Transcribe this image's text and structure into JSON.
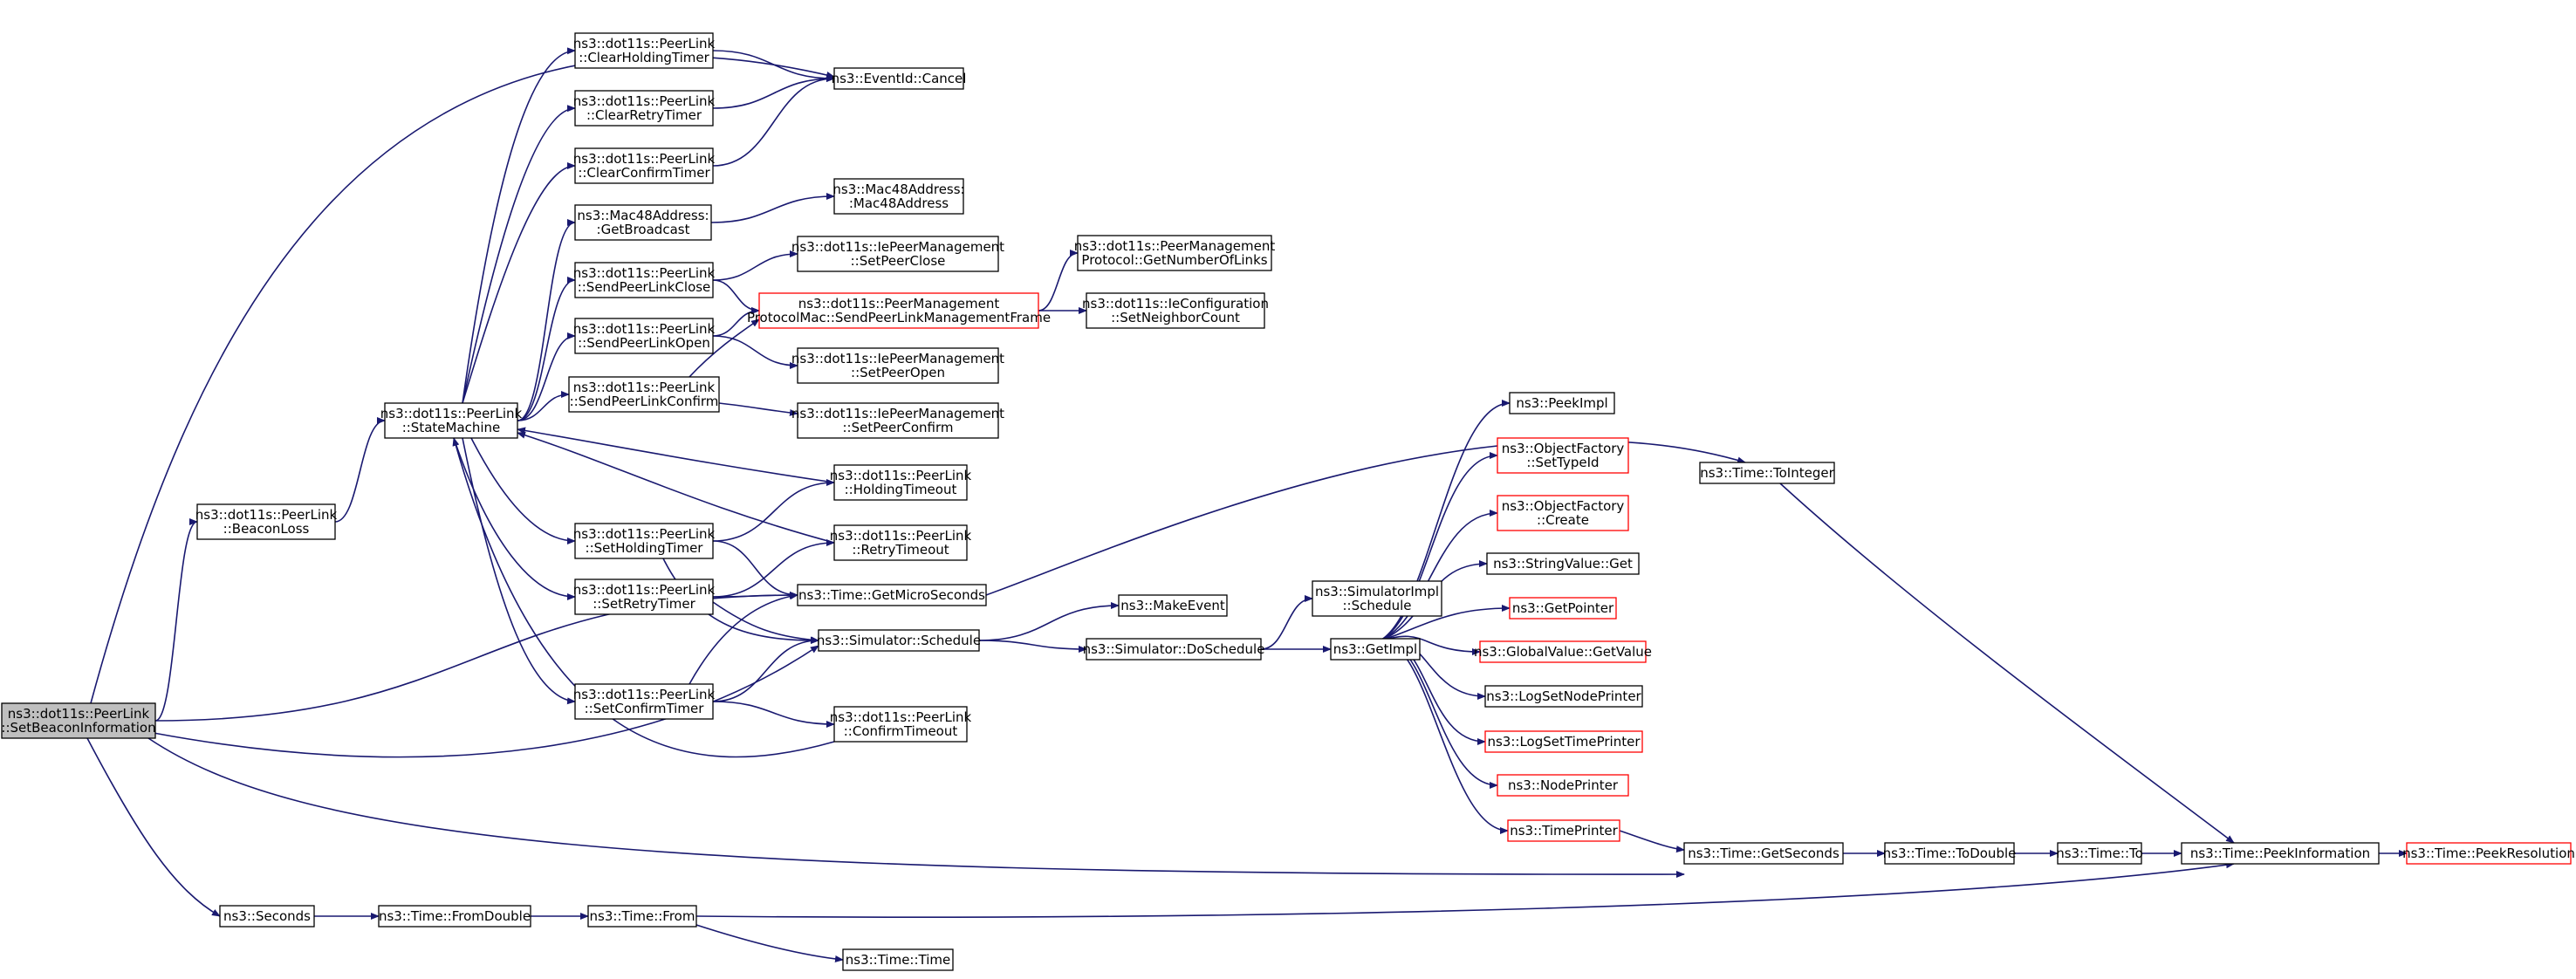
{
  "colors": {
    "edge": "#191970",
    "node_border": "#000000",
    "node_missing_border": "#ff0000",
    "root_fill": "#bfbfbf",
    "node_fill": "#ffffff"
  },
  "nodes": {
    "root": {
      "lines": [
        "ns3::dot11s::PeerLink",
        "::SetBeaconInformation"
      ],
      "root": true
    },
    "beaconloss": {
      "lines": [
        "ns3::dot11s::PeerLink",
        "::BeaconLoss"
      ]
    },
    "statemachine": {
      "lines": [
        "ns3::dot11s::PeerLink",
        "::StateMachine"
      ]
    },
    "clearholding": {
      "lines": [
        "ns3::dot11s::PeerLink",
        "::ClearHoldingTimer"
      ]
    },
    "clearretry": {
      "lines": [
        "ns3::dot11s::PeerLink",
        "::ClearRetryTimer"
      ]
    },
    "clearconfirm": {
      "lines": [
        "ns3::dot11s::PeerLink",
        "::ClearConfirmTimer"
      ]
    },
    "getbroadcast": {
      "lines": [
        "ns3::Mac48Address:",
        ":GetBroadcast"
      ]
    },
    "sendclose": {
      "lines": [
        "ns3::dot11s::PeerLink",
        "::SendPeerLinkClose"
      ]
    },
    "sendopen": {
      "lines": [
        "ns3::dot11s::PeerLink",
        "::SendPeerLinkOpen"
      ]
    },
    "sendconfirm": {
      "lines": [
        "ns3::dot11s::PeerLink",
        "::SendPeerLinkConfirm"
      ]
    },
    "setholding": {
      "lines": [
        "ns3::dot11s::PeerLink",
        "::SetHoldingTimer"
      ]
    },
    "setretry": {
      "lines": [
        "ns3::dot11s::PeerLink",
        "::SetRetryTimer"
      ]
    },
    "setconfirm": {
      "lines": [
        "ns3::dot11s::PeerLink",
        "::SetConfirmTimer"
      ]
    },
    "seconds": {
      "lines": [
        "ns3::Seconds"
      ]
    },
    "cancel": {
      "lines": [
        "ns3::EventId::Cancel"
      ]
    },
    "mac48ctor": {
      "lines": [
        "ns3::Mac48Address:",
        ":Mac48Address"
      ]
    },
    "iesetclose": {
      "lines": [
        "ns3::dot11s::IePeerManagement",
        "::SetPeerClose"
      ]
    },
    "sendframe": {
      "lines": [
        "ns3::dot11s::PeerManagement",
        "ProtocolMac::SendPeerLinkManagementFrame"
      ],
      "missing": true
    },
    "iesetopen": {
      "lines": [
        "ns3::dot11s::IePeerManagement",
        "::SetPeerOpen"
      ]
    },
    "iesetconfirm": {
      "lines": [
        "ns3::dot11s::IePeerManagement",
        "::SetPeerConfirm"
      ]
    },
    "holdingtimeout": {
      "lines": [
        "ns3::dot11s::PeerLink",
        "::HoldingTimeout"
      ]
    },
    "retrytimeout": {
      "lines": [
        "ns3::dot11s::PeerLink",
        "::RetryTimeout"
      ]
    },
    "getmicro": {
      "lines": [
        "ns3::Time::GetMicroSeconds"
      ]
    },
    "schedule": {
      "lines": [
        "ns3::Simulator::Schedule"
      ]
    },
    "confirmtimeout": {
      "lines": [
        "ns3::dot11s::PeerLink",
        "::ConfirmTimeout"
      ]
    },
    "fromdouble": {
      "lines": [
        "ns3::Time::FromDouble"
      ]
    },
    "from": {
      "lines": [
        "ns3::Time::From"
      ]
    },
    "timector": {
      "lines": [
        "ns3::Time::Time"
      ]
    },
    "numlinks": {
      "lines": [
        "ns3::dot11s::PeerManagement",
        "Protocol::GetNumberOfLinks"
      ]
    },
    "setneighbor": {
      "lines": [
        "ns3::dot11s::IeConfiguration",
        "::SetNeighborCount"
      ]
    },
    "makeevent": {
      "lines": [
        "ns3::MakeEvent"
      ]
    },
    "doschedule": {
      "lines": [
        "ns3::Simulator::DoSchedule"
      ]
    },
    "simimplschedule": {
      "lines": [
        "ns3::SimulatorImpl",
        "::Schedule"
      ]
    },
    "getimpl": {
      "lines": [
        "ns3::GetImpl"
      ]
    },
    "peekimpl": {
      "lines": [
        "ns3::PeekImpl"
      ]
    },
    "settypeid": {
      "lines": [
        "ns3::ObjectFactory",
        "::SetTypeId"
      ],
      "missing": true
    },
    "ofcreate": {
      "lines": [
        "ns3::ObjectFactory",
        "::Create"
      ],
      "missing": true
    },
    "stringget": {
      "lines": [
        "ns3::StringValue::Get"
      ]
    },
    "getpointer": {
      "lines": [
        "ns3::GetPointer"
      ],
      "missing": true
    },
    "globalget": {
      "lines": [
        "ns3::GlobalValue::GetValue"
      ],
      "missing": true
    },
    "lognode": {
      "lines": [
        "ns3::LogSetNodePrinter"
      ]
    },
    "logtime": {
      "lines": [
        "ns3::LogSetTimePrinter"
      ],
      "missing": true
    },
    "nodeprinter": {
      "lines": [
        "ns3::NodePrinter"
      ],
      "missing": true
    },
    "timeprinter": {
      "lines": [
        "ns3::TimePrinter"
      ],
      "missing": true
    },
    "tointeger": {
      "lines": [
        "ns3::Time::ToInteger"
      ]
    },
    "getseconds": {
      "lines": [
        "ns3::Time::GetSeconds"
      ]
    },
    "todouble": {
      "lines": [
        "ns3::Time::ToDouble"
      ]
    },
    "to": {
      "lines": [
        "ns3::Time::To"
      ]
    },
    "peekinfo": {
      "lines": [
        "ns3::Time::PeekInformation"
      ]
    },
    "peekres": {
      "lines": [
        "ns3::Time::PeekResolution"
      ],
      "missing": true
    }
  },
  "edges": [
    [
      "root",
      "beaconloss"
    ],
    [
      "root",
      "cancel"
    ],
    [
      "root",
      "getmicro"
    ],
    [
      "root",
      "schedule"
    ],
    [
      "root",
      "seconds"
    ],
    [
      "root",
      "getseconds"
    ],
    [
      "beaconloss",
      "statemachine"
    ],
    [
      "statemachine",
      "clearholding"
    ],
    [
      "statemachine",
      "clearretry"
    ],
    [
      "statemachine",
      "clearconfirm"
    ],
    [
      "statemachine",
      "getbroadcast"
    ],
    [
      "statemachine",
      "sendclose"
    ],
    [
      "statemachine",
      "sendopen"
    ],
    [
      "statemachine",
      "sendconfirm"
    ],
    [
      "statemachine",
      "setholding"
    ],
    [
      "statemachine",
      "setretry"
    ],
    [
      "statemachine",
      "setconfirm"
    ],
    [
      "clearholding",
      "cancel"
    ],
    [
      "clearretry",
      "cancel"
    ],
    [
      "clearconfirm",
      "cancel"
    ],
    [
      "getbroadcast",
      "mac48ctor"
    ],
    [
      "sendclose",
      "iesetclose"
    ],
    [
      "sendclose",
      "sendframe"
    ],
    [
      "sendopen",
      "sendframe"
    ],
    [
      "sendopen",
      "iesetopen"
    ],
    [
      "sendconfirm",
      "sendframe"
    ],
    [
      "sendconfirm",
      "iesetconfirm"
    ],
    [
      "sendframe",
      "numlinks"
    ],
    [
      "sendframe",
      "setneighbor"
    ],
    [
      "setholding",
      "holdingtimeout"
    ],
    [
      "setholding",
      "getmicro"
    ],
    [
      "setholding",
      "schedule"
    ],
    [
      "setretry",
      "retrytimeout"
    ],
    [
      "setretry",
      "getmicro"
    ],
    [
      "setretry",
      "schedule"
    ],
    [
      "setconfirm",
      "getmicro"
    ],
    [
      "setconfirm",
      "schedule"
    ],
    [
      "setconfirm",
      "confirmtimeout"
    ],
    [
      "holdingtimeout",
      "statemachine"
    ],
    [
      "retrytimeout",
      "statemachine"
    ],
    [
      "confirmtimeout",
      "statemachine"
    ],
    [
      "getmicro",
      "tointeger"
    ],
    [
      "schedule",
      "makeevent"
    ],
    [
      "schedule",
      "doschedule"
    ],
    [
      "doschedule",
      "simimplschedule"
    ],
    [
      "doschedule",
      "getimpl"
    ],
    [
      "getimpl",
      "peekimpl"
    ],
    [
      "getimpl",
      "settypeid"
    ],
    [
      "getimpl",
      "ofcreate"
    ],
    [
      "getimpl",
      "stringget"
    ],
    [
      "getimpl",
      "getpointer"
    ],
    [
      "getimpl",
      "globalget"
    ],
    [
      "getimpl",
      "lognode"
    ],
    [
      "getimpl",
      "logtime"
    ],
    [
      "getimpl",
      "nodeprinter"
    ],
    [
      "getimpl",
      "timeprinter"
    ],
    [
      "timeprinter",
      "getseconds"
    ],
    [
      "getseconds",
      "todouble"
    ],
    [
      "todouble",
      "to"
    ],
    [
      "to",
      "peekinfo"
    ],
    [
      "tointeger",
      "peekinfo"
    ],
    [
      "peekinfo",
      "peekres"
    ],
    [
      "seconds",
      "fromdouble"
    ],
    [
      "fromdouble",
      "from"
    ],
    [
      "from",
      "timector"
    ],
    [
      "from",
      "peekinfo"
    ]
  ]
}
